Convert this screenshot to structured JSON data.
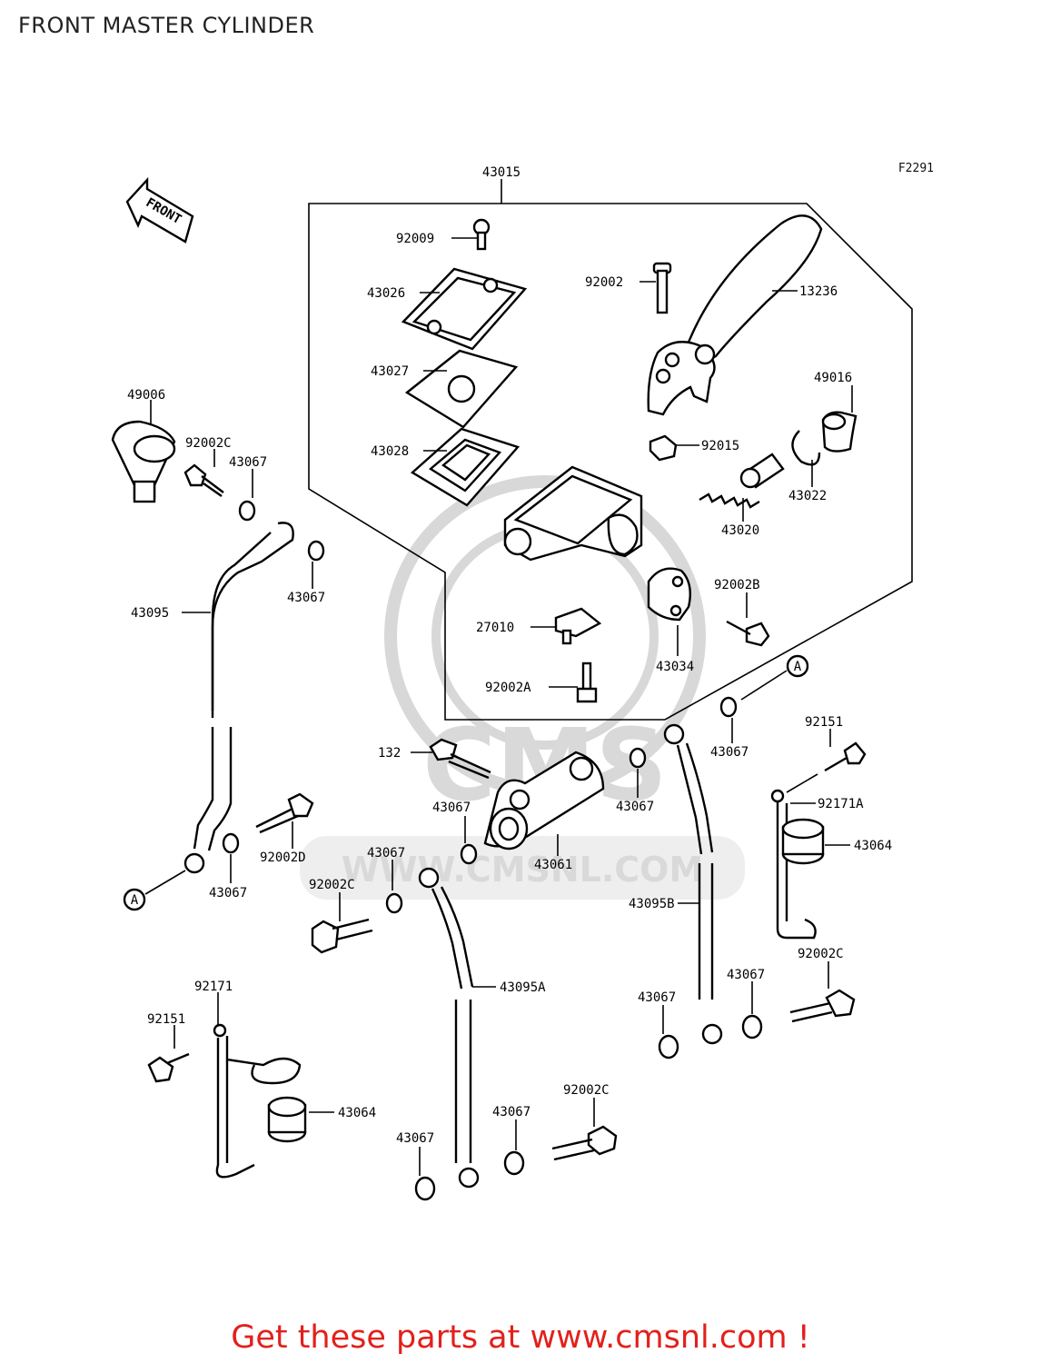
{
  "header": {
    "title": "FRONT MASTER CYLINDER",
    "figure_code": "F2291"
  },
  "direction": {
    "label": "FRONT"
  },
  "callouts": {
    "a1": "A",
    "a2": "A"
  },
  "parts": {
    "p43015": "43015",
    "p92009": "92009",
    "p43026": "43026",
    "p43027": "43027",
    "p43028": "43028",
    "p92002": "92002",
    "p13236": "13236",
    "p49016": "49016",
    "p92015": "92015",
    "p43022": "43022",
    "p43020": "43020",
    "p92002B": "92002B",
    "p27010": "27010",
    "p43034": "43034",
    "p92002A": "92002A",
    "p49006": "49006",
    "p92002C_a": "92002C",
    "p43067_a": "43067",
    "p43067_b": "43067",
    "p43095": "43095",
    "p43067_c": "43067",
    "p92002D": "92002D",
    "p132": "132",
    "p43067_d": "43067",
    "p43061": "43061",
    "p43067_e": "43067",
    "p43067_f": "43067",
    "p92151_a": "92151",
    "p92171A": "92171A",
    "p43064_a": "43064",
    "p43095B": "43095B",
    "p43067_g": "43067",
    "p92002C_b": "92002C",
    "p43095A": "43095A",
    "p92002C_c": "92002C",
    "p43067_h": "43067",
    "p43067_i": "43067",
    "p92002C_d": "92002C",
    "p43067_j": "43067",
    "p43067_k": "43067",
    "p92171": "92171",
    "p92151_b": "92151",
    "p43064_b": "43064"
  },
  "watermark": {
    "text": "WWW.CMSNL.COM",
    "logo": "CMS"
  },
  "footer": {
    "text": "Get these parts at www.cmsnl.com !"
  }
}
